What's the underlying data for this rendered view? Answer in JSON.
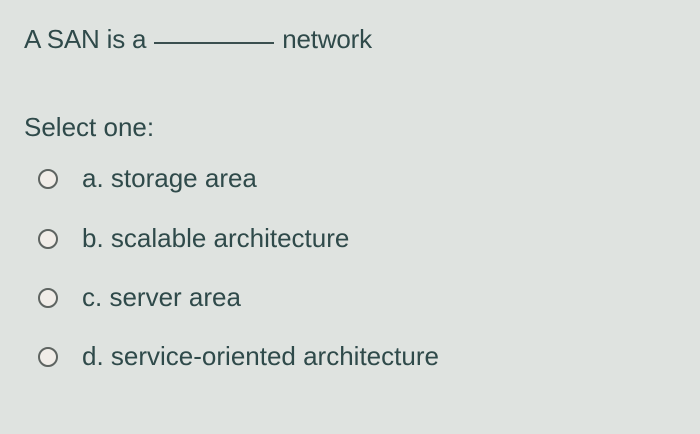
{
  "question": {
    "prefix": "A SAN is a",
    "suffix": "network"
  },
  "prompt": "Select one:",
  "options": [
    {
      "label": "a. storage area",
      "selected": false
    },
    {
      "label": "b. scalable architecture",
      "selected": false
    },
    {
      "label": "c. server area",
      "selected": false
    },
    {
      "label": "d. service-oriented architecture",
      "selected": false
    }
  ],
  "colors": {
    "background": "#dfe3e0",
    "text": "#2f4a4a",
    "radio_border": "#5e6461",
    "radio_fill": "#f1ede8"
  }
}
